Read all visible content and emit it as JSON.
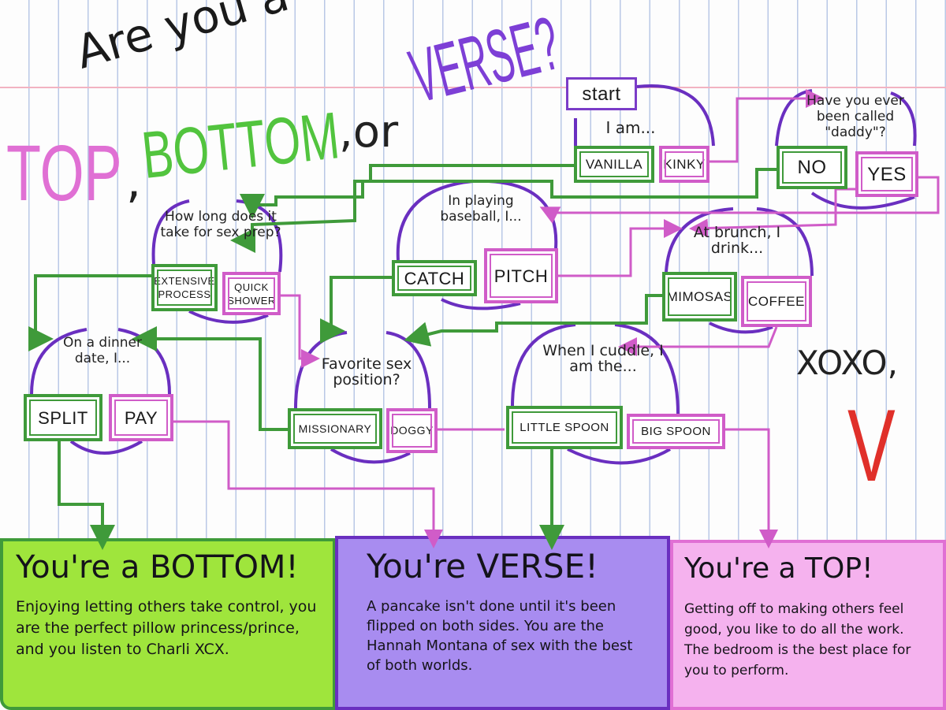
{
  "title": {
    "line1": "Are you a",
    "top": "TOP",
    "comma1": ",",
    "bottom": "BOTTOM",
    "or": ",or",
    "verse": "VERSE?"
  },
  "colors": {
    "top": "#e070d4",
    "bottom": "#52c43e",
    "verse": "#7d3fd6",
    "connector_green": "#3f9a3a",
    "connector_pink": "#d05cc8",
    "connector_purple": "#6a2fc0",
    "signature": "#e0302a"
  },
  "nodes": {
    "start": {
      "label": "start",
      "question": "I am...",
      "options": [
        "VANILLA",
        "KINKY"
      ]
    },
    "daddy": {
      "question": "Have you ever been called \"daddy\"?",
      "options": [
        "NO",
        "YES"
      ]
    },
    "prep": {
      "question": "How long does it take for sex prep?",
      "options": [
        "EXTENSIVE PROCESS",
        "QUICK SHOWER"
      ]
    },
    "baseball": {
      "question": "In playing baseball, I...",
      "options": [
        "CATCH",
        "PITCH"
      ]
    },
    "brunch": {
      "question": "At brunch, I drink...",
      "options": [
        "MIMOSAS",
        "COFFEE"
      ]
    },
    "dinner": {
      "question": "On a dinner date, I...",
      "options": [
        "SPLIT",
        "PAY"
      ]
    },
    "position": {
      "question": "Favorite sex position?",
      "options": [
        "MISSIONARY",
        "DOGGY"
      ]
    },
    "cuddle": {
      "question": "When I cuddle, I am the...",
      "options": [
        "LITTLE SPOON",
        "BIG SPOON"
      ]
    }
  },
  "signoff": {
    "xoxo": "XOXO,",
    "initial": "V"
  },
  "results": [
    {
      "title": "You're a BOTTOM!",
      "text": "Enjoying letting others take control, you are the perfect pillow princess/prince, and you listen to Charli XCX."
    },
    {
      "title": "You're VERSE!",
      "text": "A pancake isn't done until it's been flipped on both sides. You are the Hannah Montana of sex with the best of both worlds."
    },
    {
      "title": "You're a TOP!",
      "text": "Getting off to making others feel good, you like to do all the work. The bedroom is the best place for you to perform."
    }
  ]
}
